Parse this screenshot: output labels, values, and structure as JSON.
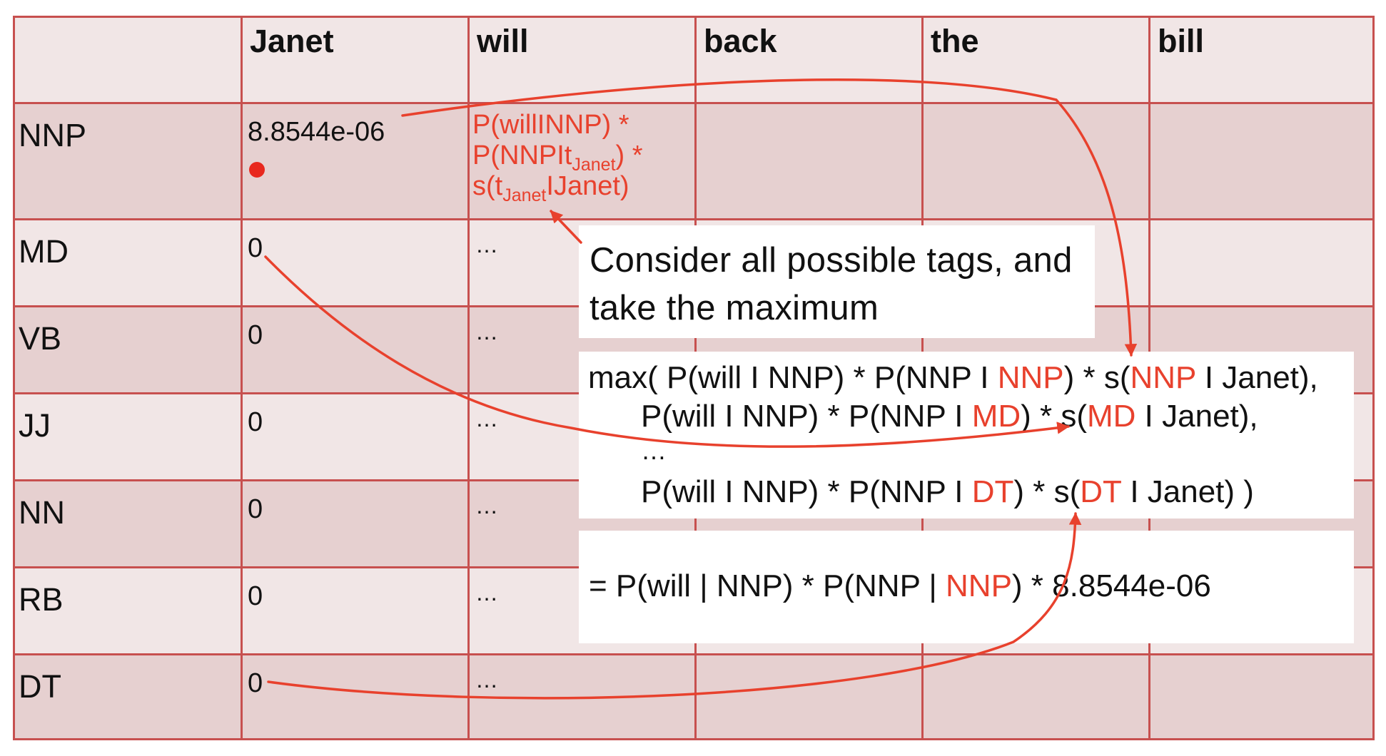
{
  "columns": [
    "Janet",
    "will",
    "back",
    "the",
    "bill"
  ],
  "rows": [
    {
      "tag": "NNP",
      "value": "8.8544e-06"
    },
    {
      "tag": "MD",
      "value": "0",
      "next": "…"
    },
    {
      "tag": "VB",
      "value": "0",
      "next": "…"
    },
    {
      "tag": "JJ",
      "value": "0",
      "next": "…"
    },
    {
      "tag": "NN",
      "value": "0",
      "next": "…"
    },
    {
      "tag": "RB",
      "value": "0",
      "next": "…"
    },
    {
      "tag": "DT",
      "value": "0",
      "next": "…"
    }
  ],
  "cell_formula": {
    "line1": "P(willINNP) *",
    "line2_a": "P(NNPIt",
    "line2_sub": "Janet",
    "line2_b": ") *",
    "line3_a": "s(t",
    "line3_sub": "Janet",
    "line3_b": "IJanet)"
  },
  "callout": {
    "line1": "Consider all possible tags, and",
    "line2": "take the maximum"
  },
  "max_expression": {
    "line1": [
      {
        "text": "max( P(will I NNP) * P(NNP I ",
        "red": false
      },
      {
        "text": "NNP",
        "red": true
      },
      {
        "text": ") * s(",
        "red": false
      },
      {
        "text": "NNP",
        "red": true
      },
      {
        "text": " I Janet),",
        "red": false
      }
    ],
    "line2": [
      {
        "text": "P(will I NNP) * P(NNP I ",
        "red": false
      },
      {
        "text": "MD",
        "red": true
      },
      {
        "text": ") * s(",
        "red": false
      },
      {
        "text": "MD",
        "red": true
      },
      {
        "text": " I Janet),",
        "red": false
      }
    ],
    "line3": "…",
    "line4": [
      {
        "text": "P(will I NNP) * P(NNP I ",
        "red": false
      },
      {
        "text": "DT",
        "red": true
      },
      {
        "text": ") * s(",
        "red": false
      },
      {
        "text": "DT",
        "red": true
      },
      {
        "text": " I Janet) )",
        "red": false
      }
    ]
  },
  "result": [
    {
      "text": "= P(will | NNP) * P(NNP | ",
      "red": false
    },
    {
      "text": "NNP",
      "red": true
    },
    {
      "text": ") * 8.8544e-06",
      "red": false
    }
  ],
  "colors": {
    "grid_line": "#c7504f",
    "accent": "#e8412d",
    "row_light": "#f1e6e6",
    "row_dark": "#e6d0d0"
  }
}
